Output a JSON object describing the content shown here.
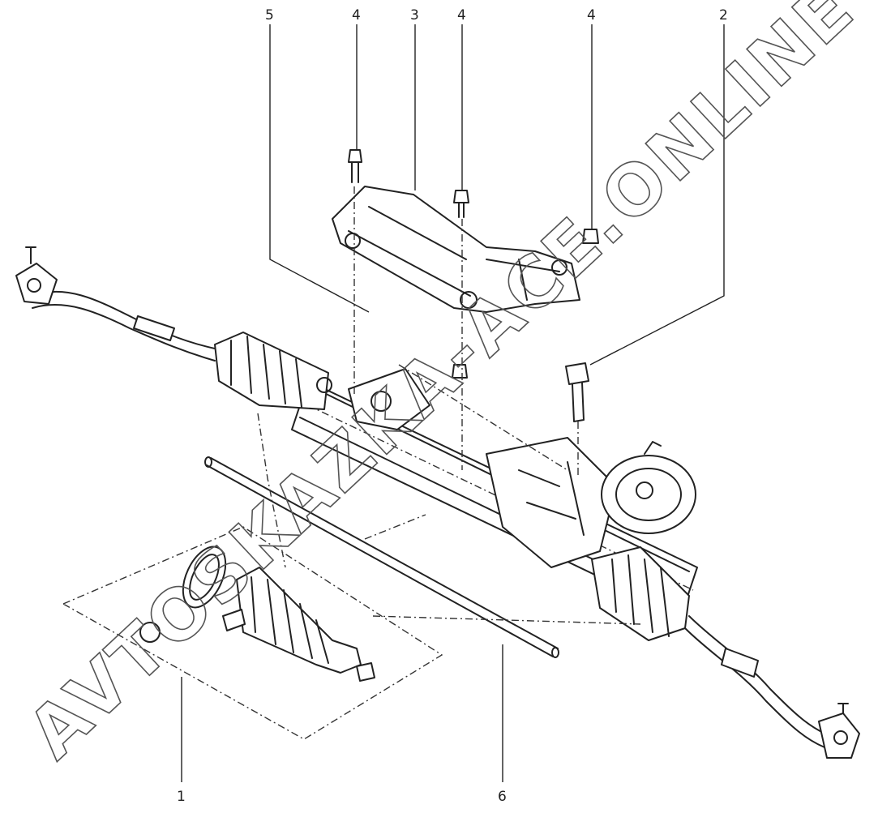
{
  "callouts": {
    "c1": "1",
    "c2": "2",
    "c3": "3",
    "c4a": "4",
    "c4b": "4",
    "c4c": "4",
    "c5": "5",
    "c6": "6"
  },
  "watermark": "AVTOSKAZKA-ACE.ONLINE"
}
